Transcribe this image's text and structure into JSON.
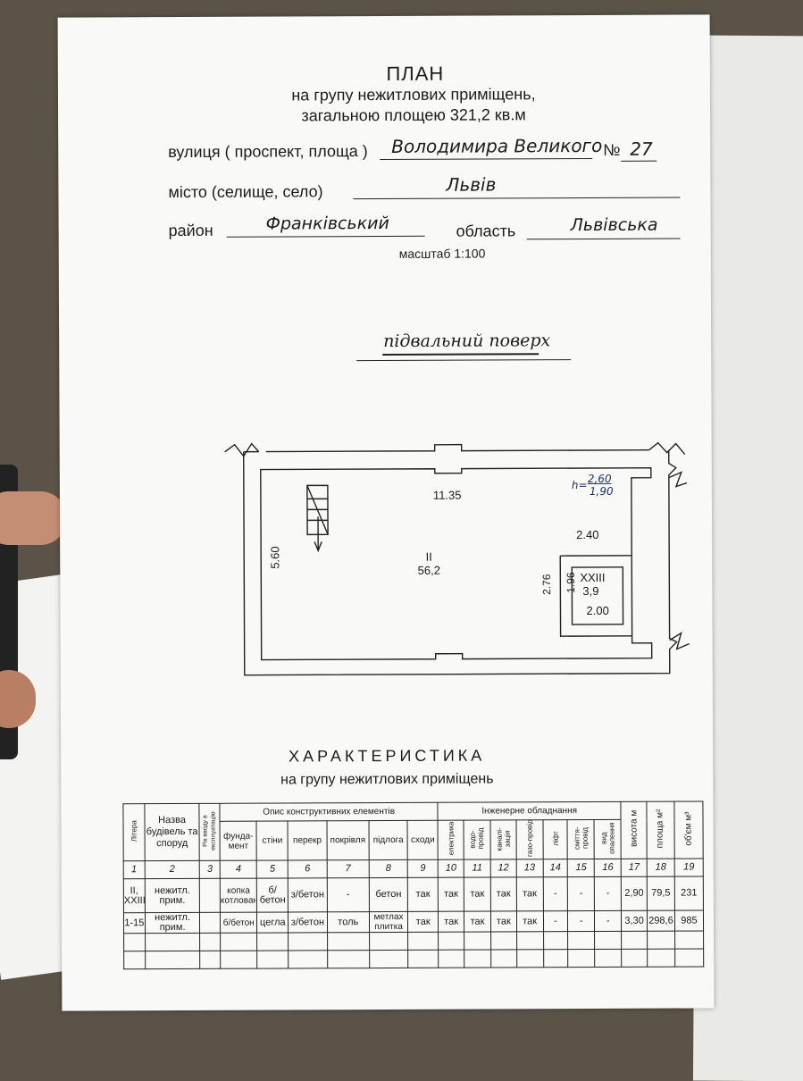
{
  "header": {
    "title": "ПЛАН",
    "subtitle": "на групу нежитлових приміщень,",
    "area_line": "загальною площею 321,2 кв.м"
  },
  "address": {
    "street_label": "вулиця ( проспект, площа )",
    "street_value": "Володимира Великого",
    "number_label": "№",
    "number_value": "27",
    "city_label": "місто (селище, село)",
    "city_value": "Львів",
    "district_label": "район",
    "district_value": "Франківський",
    "region_label": "область",
    "region_value": "Львівська",
    "scale": "масштаб 1:100"
  },
  "floor_label": "підвальний поверх",
  "plan": {
    "top_dim": "11.35",
    "left_dim": "5.60",
    "height_prefix": "h=",
    "height_top": "2,60",
    "height_bottom": "1,90",
    "room_main_no": "II",
    "room_main_area": "56,2",
    "room_small_no": "XXIII",
    "room_small_area": "3,9",
    "dim_240": "2.40",
    "dim_276": "2.76",
    "dim_196": "1.96",
    "dim_200": "2.00"
  },
  "characteristics": {
    "title": "ХАРАКТЕРИСТИКА",
    "subtitle": "на групу нежитлових приміщень",
    "head": {
      "litera": "Літера",
      "name": "Назва будівель та споруд",
      "year": "Рік вводу в експлуатацію",
      "construct_group": "Опис конструктивних елементів",
      "foundation": "фунда-мент",
      "walls": "стіни",
      "overlap": "перекр",
      "roof": "покрівля",
      "floor": "підлога",
      "stairs": "сходи",
      "eng_group": "Інженерне обладнання",
      "electric": "електрика",
      "water": "водо-провід",
      "sewer": "каналі-зація",
      "gas": "газо-провід",
      "lift": "ліфт",
      "waste": "сміття-провід",
      "heating": "вид опалення",
      "height": "висота м",
      "area": "площа м²",
      "volume": "об'єм м³"
    },
    "col_numbers": [
      "1",
      "2",
      "3",
      "4",
      "5",
      "6",
      "7",
      "8",
      "9",
      "10",
      "11",
      "12",
      "13",
      "14",
      "15",
      "16",
      "17",
      "18",
      "19"
    ],
    "rows": [
      [
        "II, XXIII",
        "нежитл. прим.",
        "",
        "копка котлован",
        "б/бетон",
        "з/бетон",
        "-",
        "бетон",
        "так",
        "так",
        "так",
        "так",
        "так",
        "-",
        "-",
        "-",
        "2,90",
        "79,5",
        "231"
      ],
      [
        "1-15",
        "нежитл. прим.",
        "",
        "б/бетон",
        "цегла",
        "з/бетон",
        "толь",
        "метлах плитка",
        "так",
        "так",
        "так",
        "так",
        "так",
        "-",
        "-",
        "-",
        "3,30",
        "298,6",
        "985"
      ]
    ]
  }
}
